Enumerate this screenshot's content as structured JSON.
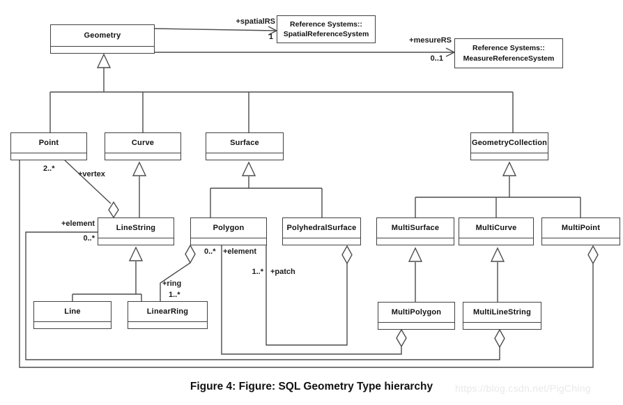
{
  "classes": {
    "geometry": "Geometry",
    "point": "Point",
    "curve": "Curve",
    "surface": "Surface",
    "geometry_collection": "GeometryCollection",
    "line_string": "LineString",
    "polygon": "Polygon",
    "polyhedral_surface": "PolyhedralSurface",
    "multi_surface": "MultiSurface",
    "multi_curve": "MultiCurve",
    "multi_point": "MultiPoint",
    "line": "Line",
    "linear_ring": "LinearRing",
    "multi_polygon": "MultiPolygon",
    "multi_line_string": "MultiLineString"
  },
  "references": {
    "spatial": {
      "line1": "Reference Systems::",
      "line2": "SpatialReferenceSystem"
    },
    "measure": {
      "line1": "Reference Systems::",
      "line2": "MeasureReferenceSystem"
    }
  },
  "labels": {
    "spatial_rs_role": "+spatialRS",
    "spatial_rs_mult": "1",
    "mesure_rs_role": "+mesureRS",
    "mesure_rs_mult": "0..1",
    "vertex_mult": "2..*",
    "vertex_role": "+vertex",
    "ls_element_role": "+element",
    "ls_element_mult": "0..*",
    "poly_element_mult": "0..*",
    "poly_element_role": "+element",
    "patch_mult": "1..*",
    "patch_role": "+patch",
    "ring_role": "+ring",
    "ring_mult": "1..*"
  },
  "caption": "Figure 4: Figure: SQL Geometry Type hierarchy",
  "watermark": "https://blog.csdn.net/PigChing"
}
